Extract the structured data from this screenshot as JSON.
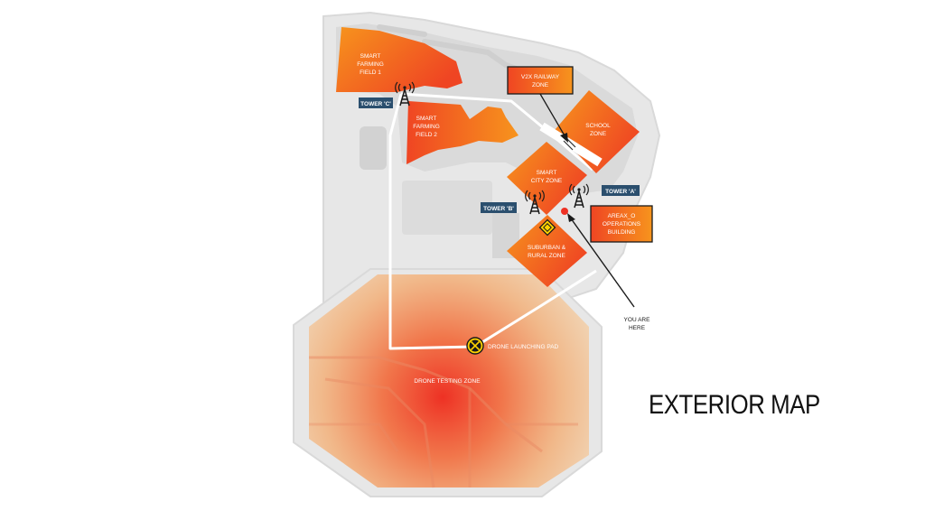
{
  "map": {
    "title": "EXTERIOR MAP",
    "colors": {
      "ground": "#e7e7e7",
      "ground_outline": "#d6d6d6",
      "block": "#d0d0d0",
      "zone_light": "#f7941d",
      "zone_dark": "#ef4523",
      "label_box": "#2b4f6e",
      "callout_border": "#1a1a1a",
      "path": "#ffffff",
      "heat_core": "#ee3124",
      "heat_edge": "#f3c58c"
    },
    "zones": {
      "smart_farming_1": [
        "SMART",
        "FARMING",
        "FIELD 1"
      ],
      "smart_farming_2": [
        "SMART",
        "FARMING",
        "FIELD 2"
      ],
      "school": [
        "SCHOOL",
        "ZONE"
      ],
      "smart_city": [
        "SMART",
        "CITY ZONE"
      ],
      "suburban_rural": [
        "SUBURBAN &",
        "RURAL ZONE"
      ]
    },
    "callouts": {
      "v2x_railway": [
        "V2X RAILWAY",
        "ZONE"
      ],
      "areax_operations": [
        "AREAX_O",
        "OPERATIONS",
        "BUILDING"
      ]
    },
    "towers": {
      "tower_a": "TOWER 'A'",
      "tower_b": "TOWER 'B'",
      "tower_c": "TOWER 'C'"
    },
    "you_are_here": [
      "YOU ARE",
      "HERE"
    ],
    "drone_launching_pad": "DRONE LAUNCHING PAD",
    "drone_testing_zone": "DRONE TESTING ZONE",
    "icons": {
      "tower": "radio-tower-icon",
      "launch_pad": "crossed-circle-icon",
      "traffic_sign": "diamond-sign-icon",
      "location": "red-dot-icon",
      "railway": "rail-track-icon"
    }
  }
}
